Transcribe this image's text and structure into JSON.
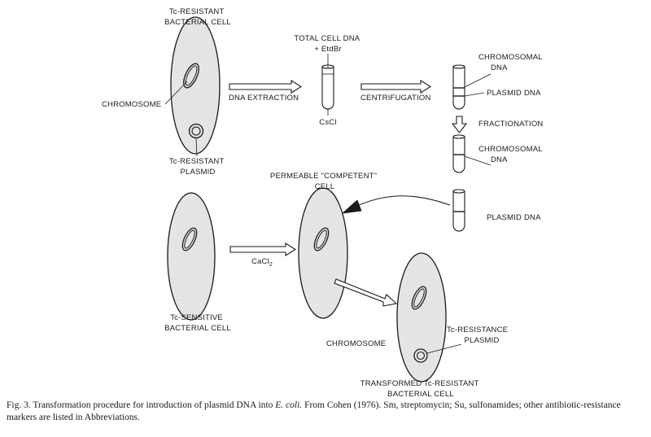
{
  "labels": {
    "resistant_cell": [
      "Tc-RESISTANT",
      "BACTERIAL CELL"
    ],
    "chromosome_top": "CHROMOSOME",
    "resistant_plasmid": [
      "Tc-RESISTANT",
      "PLASMID"
    ],
    "total_dna": [
      "TOTAL CELL DNA",
      "+ EtdBr"
    ],
    "cscl": "CsCl",
    "dna_extraction": "DNA EXTRACTION",
    "centrifugation": "CENTRIFUGATION",
    "chromosomal_dna_1": [
      "CHROMOSOMAL",
      "DNA"
    ],
    "plasmid_dna_1": "PLASMID DNA",
    "fractionation": "FRACTIONATION",
    "chromosomal_dna_2": [
      "CHROMOSOMAL",
      "DNA"
    ],
    "plasmid_dna_2": "PLASMID DNA",
    "competent_cell": [
      "PERMEABLE \"COMPETENT\"",
      "CELL"
    ],
    "cacl2": "CaCl",
    "cacl2_sub": "2",
    "sensitive_cell": [
      "Tc-SENSITIVE",
      "BACTERIAL CELL"
    ],
    "chromosome_bottom": "CHROMOSOME",
    "resistance_plasmid": [
      "Tc-RESISTANCE",
      "PLASMID"
    ],
    "transformed_cell": [
      "TRANSFORMED Tc-RESISTANT",
      "BACTERIAL CELL"
    ]
  },
  "caption": {
    "part1": "Fig. 3. Transformation procedure for introduction of plasmid DNA into ",
    "organism": "E. coli.",
    "part2": " From Cohen (1976). Sm, streptomycin; Su, sulfonamides; other antibiotic-resistance markers are listed in Abbreviations."
  }
}
